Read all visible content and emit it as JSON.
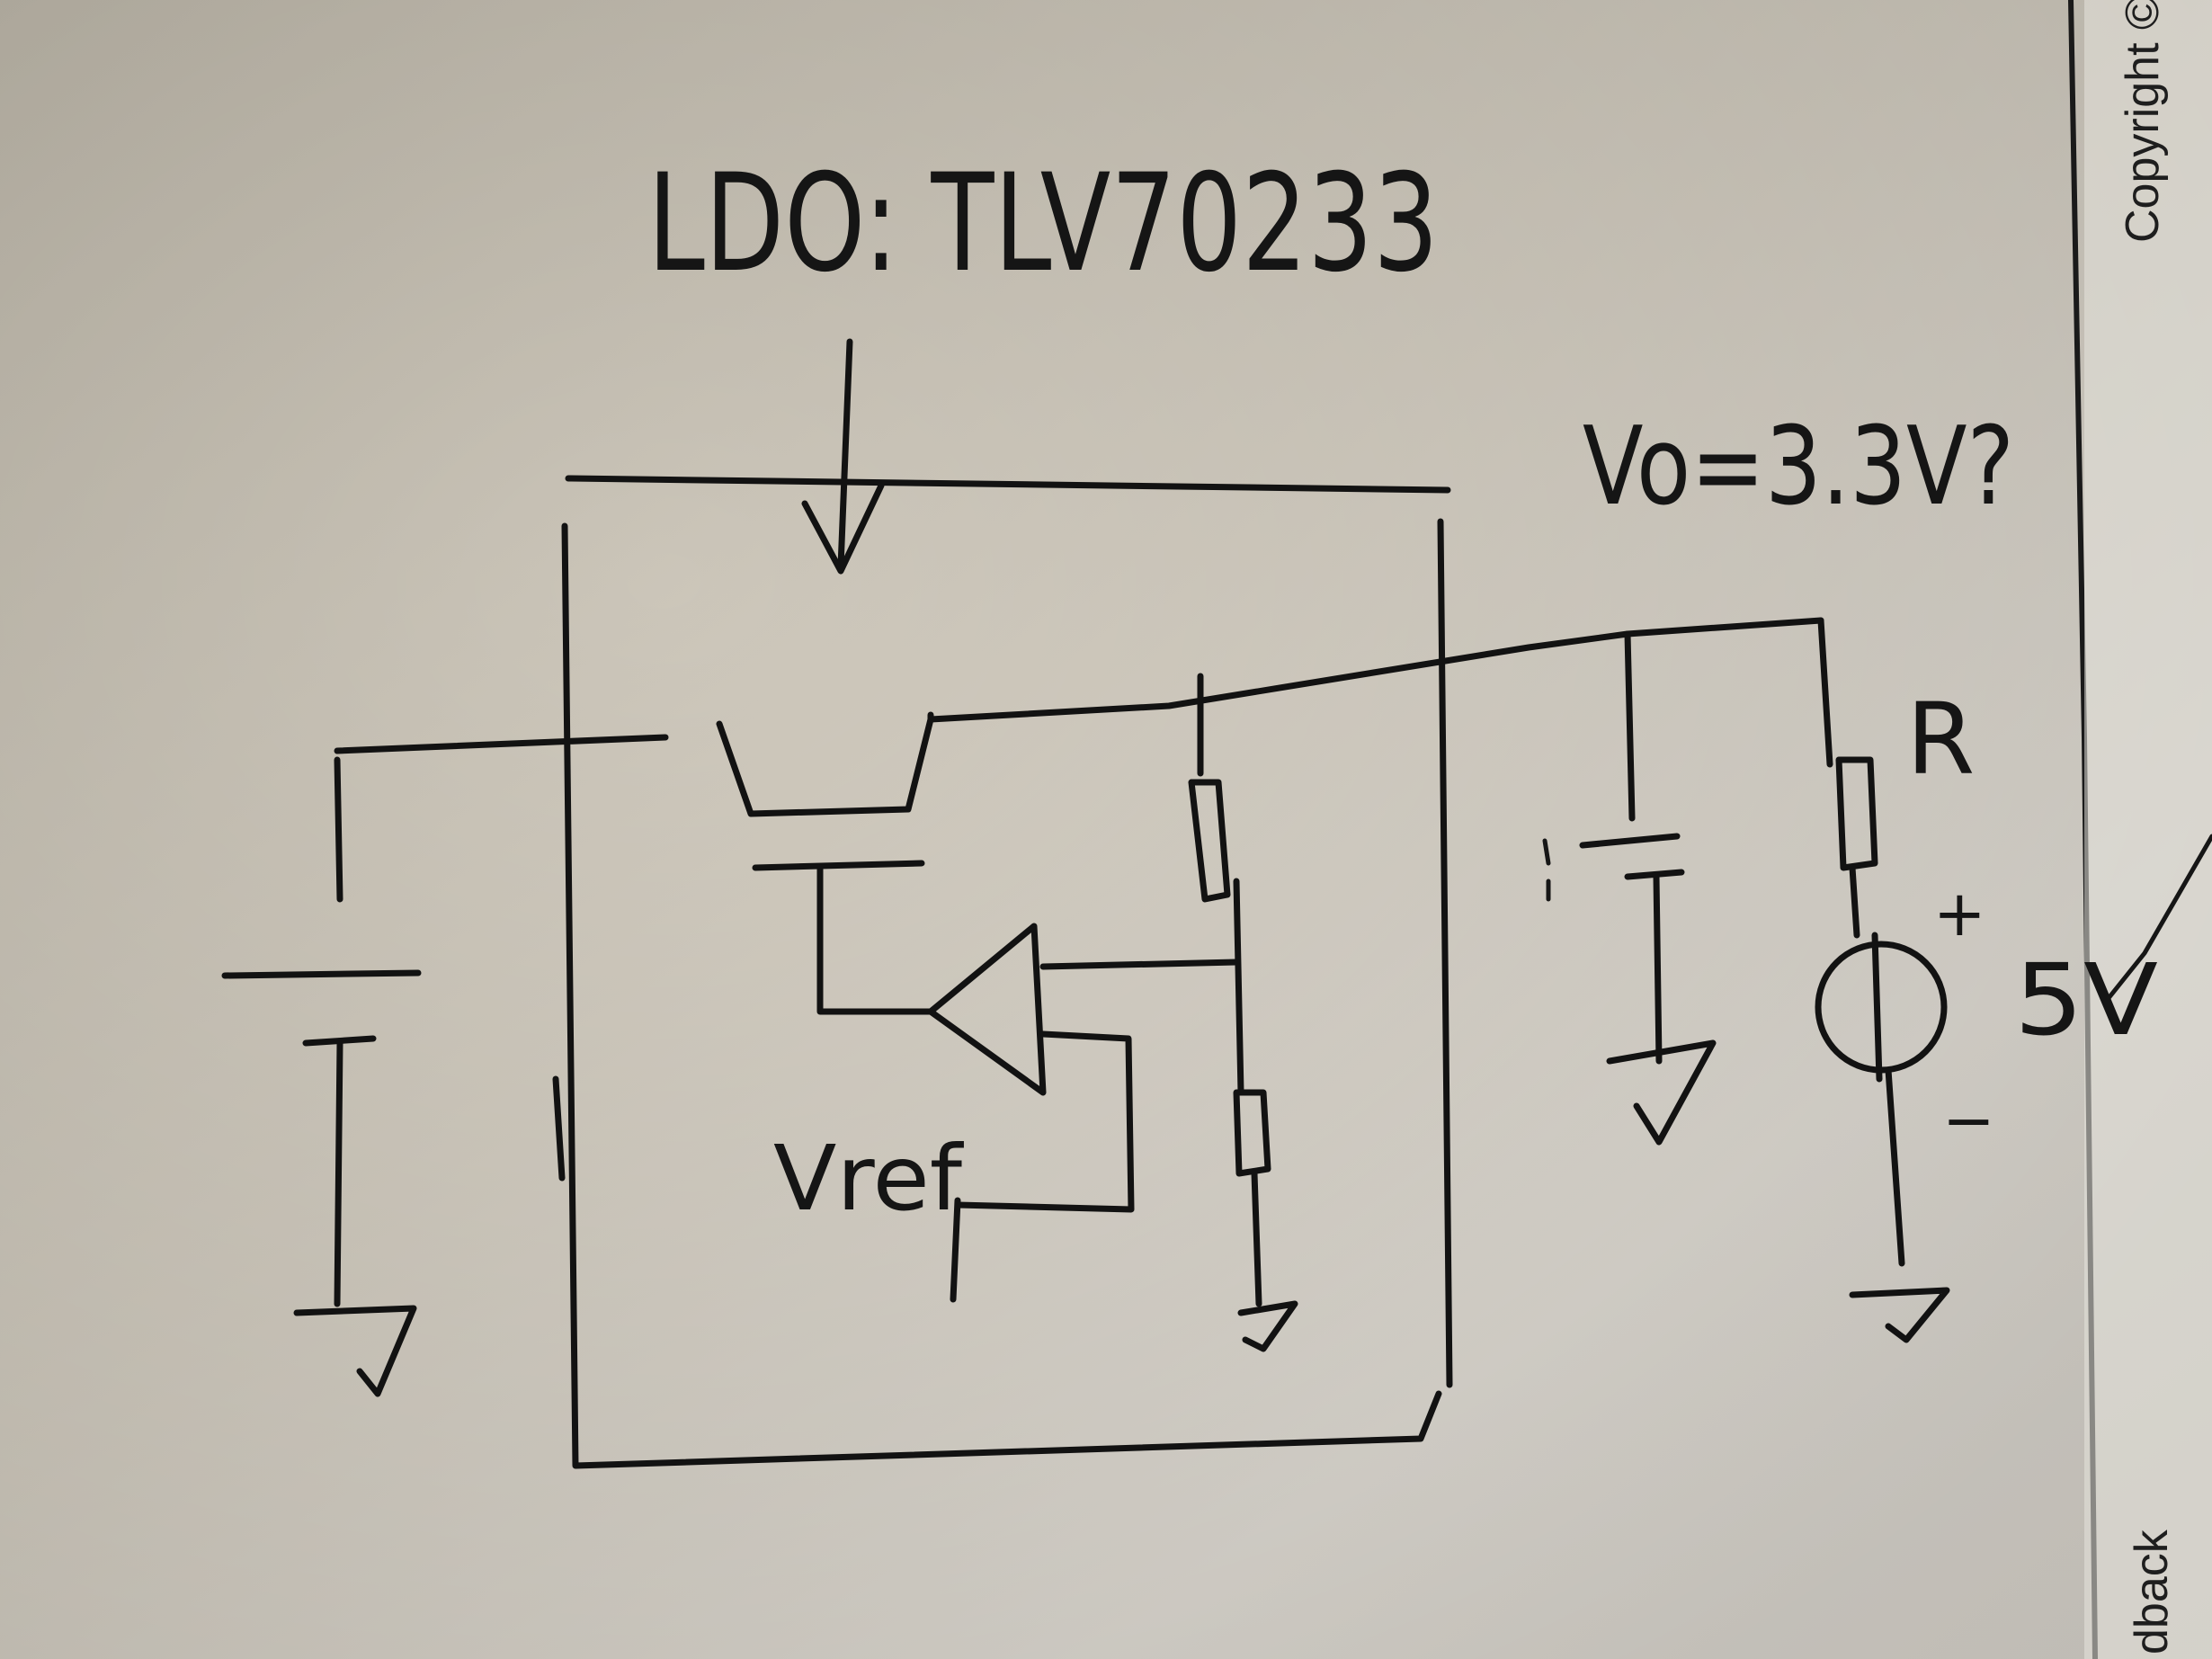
{
  "title": "LDO: TLV70233",
  "output_label": "Vo=3.3V?",
  "vref_label": "Vref",
  "resistor_mark": "R",
  "source_value": "5V",
  "source_plus": "+",
  "source_minus": "−",
  "page_copyright": "Copyright ©",
  "page_feedback": "dback",
  "colors": {
    "paper": "#cfc9bd",
    "ink": "#121212"
  }
}
